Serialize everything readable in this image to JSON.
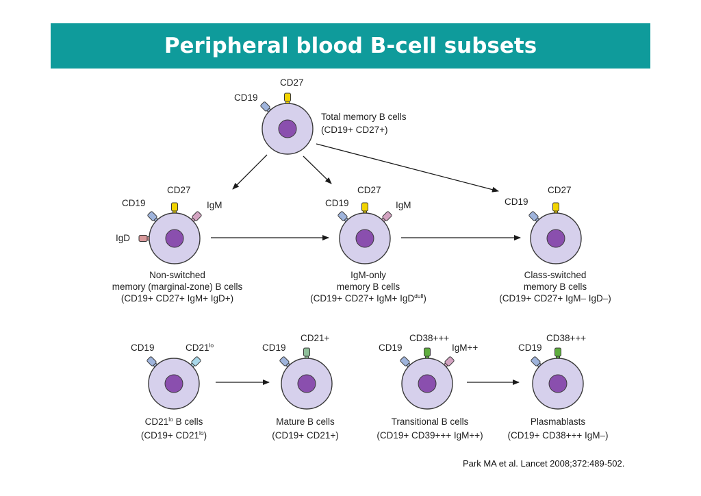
{
  "title": "Peripheral blood B-cell subsets",
  "colors": {
    "banner": "#0f9b9b",
    "cell_body": "#d6d0ec",
    "nucleus": "#8a4fae",
    "cd19": "#9fb4dc",
    "cd27": "#f2d400",
    "igm": "#d3a3c1",
    "igd": "#d8989a",
    "cd21lo": "#a9d8ea",
    "cd21": "#8fbf9a",
    "cd38": "#5fae3f"
  },
  "cells": {
    "total_memory": {
      "markers": {
        "cd19": "CD19",
        "cd27": "CD27"
      },
      "caption": [
        "Total memory B cells",
        "(CD19+ CD27+)"
      ]
    },
    "non_switched": {
      "markers": {
        "cd19": "CD19",
        "cd27": "CD27",
        "igm": "IgM",
        "igd": "IgD"
      },
      "caption": [
        "Non-switched",
        "memory (marginal-zone)  B cells",
        "(CD19+ CD27+ IgM+ IgD+)"
      ]
    },
    "igm_only": {
      "markers": {
        "cd19": "CD19",
        "cd27": "CD27",
        "igm": "IgM"
      },
      "caption": [
        "IgM-only",
        "memory B cells"
      ],
      "caption_line3_main": "(CD19+ CD27+ IgM+ IgD",
      "caption_line3_sup": "dull",
      "caption_line3_end": ")"
    },
    "class_switched": {
      "markers": {
        "cd19": "CD19",
        "cd27": "CD27"
      },
      "caption": [
        "Class-switched",
        "memory B cells",
        "(CD19+ CD27+ IgM– IgD–)"
      ]
    },
    "cd21lo": {
      "markers": {
        "cd19": "CD19",
        "cd21_main": "CD21",
        "cd21_sup": "lo"
      },
      "caption_line1_main": "CD21",
      "caption_line1_sup": "lo",
      "caption_line1_end": " B cells",
      "caption_line2_main": "(CD19+ CD21",
      "caption_line2_sup": "lo",
      "caption_line2_end": ")"
    },
    "mature": {
      "markers": {
        "cd19": "CD19",
        "cd21": "CD21+"
      },
      "caption": [
        "Mature B cells",
        "(CD19+ CD21+)"
      ]
    },
    "transitional": {
      "markers": {
        "cd19": "CD19",
        "cd38": "CD38+++",
        "igm": "IgM++"
      },
      "caption": [
        "Transitional B cells",
        "(CD19+ CD39+++ IgM++)"
      ]
    },
    "plasmablasts": {
      "markers": {
        "cd19": "CD19",
        "cd38": "CD38+++"
      },
      "caption": [
        "Plasmablasts",
        "(CD19+ CD38+++ IgM–)"
      ]
    }
  },
  "citation": "Park MA et al. Lancet 2008;372:489-502."
}
